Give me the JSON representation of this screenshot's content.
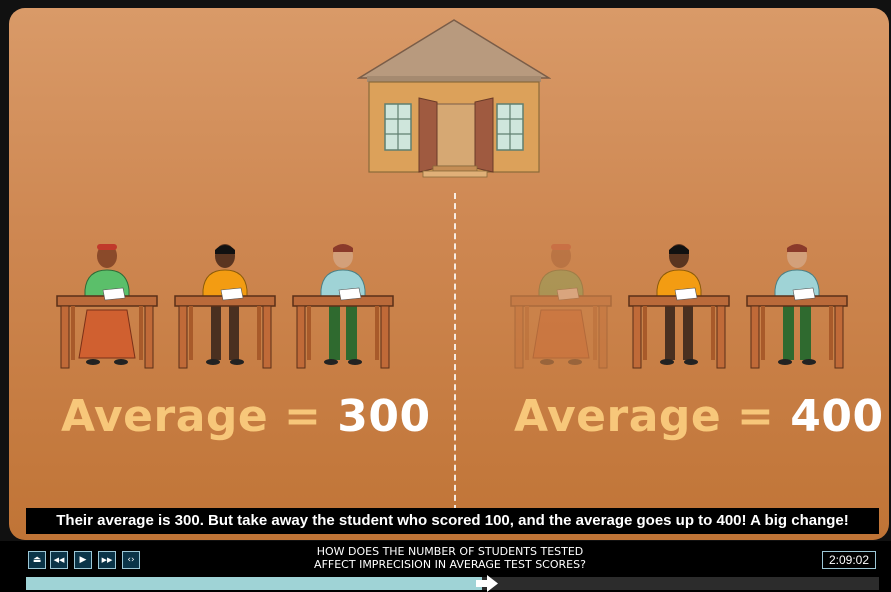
{
  "scene": {
    "left_group": {
      "average_label": "Average = ",
      "average_value": "300"
    },
    "right_group": {
      "average_label": "Average = ",
      "average_value": "400"
    },
    "subtitle": "Their average is 300. But take away the student who scored 100, and the average goes up to 400! A big change!"
  },
  "player": {
    "buttons": [
      {
        "name": "eject-button",
        "icon": "eject-icon",
        "glyph": "⏏"
      },
      {
        "name": "rewind-button",
        "icon": "rewind-icon",
        "glyph": "◀◀"
      },
      {
        "name": "play-button",
        "icon": "play-icon",
        "glyph": "▶"
      },
      {
        "name": "fast-forward-button",
        "icon": "fast-forward-icon",
        "glyph": "▶▶"
      },
      {
        "name": "embed-button",
        "icon": "embed-icon",
        "glyph": "‹›"
      }
    ],
    "title_line1": "How does the number of students tested",
    "title_line2": "affect imprecision in average test scores?",
    "timecode": "2:09:02",
    "progress": 0.535
  },
  "colors": {
    "background_top": "#d99a68",
    "background_bottom": "#c07436",
    "average_label": "#f7c77a",
    "average_value": "#ffffff",
    "progress_fill": "#9fd3d6"
  }
}
